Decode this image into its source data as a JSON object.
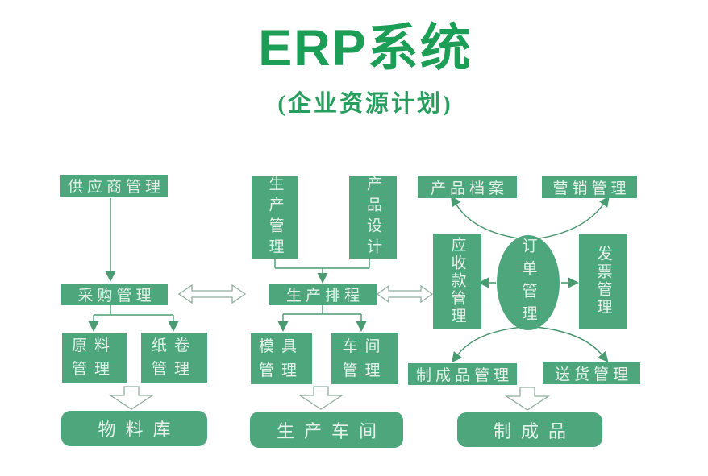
{
  "title": "ERP系统",
  "subtitle": "(企业资源计划)",
  "colors": {
    "box_fill": "#4ea67c",
    "title_green": "#1d9e57",
    "arrow_green": "#4a9a72",
    "hollow_arrow_outline": "#8fae9d",
    "box_text": "#f0faf4",
    "background": "#ffffff"
  },
  "nodes": {
    "supplier": "供应商管理",
    "purchasing": "采购管理",
    "production": "生产管理",
    "design": "产品设计",
    "scheduling": "生产排程",
    "archive": "产品档案",
    "marketing": "营销管理",
    "receivables": "应收款管理",
    "order": "订单管理",
    "invoice": "发票管理",
    "raw_material": "原料管理",
    "paper_roll": "纸卷管理",
    "mold": "模具管理",
    "workshop": "车间管理",
    "finished_mgmt": "制成品管理",
    "delivery": "送货管理",
    "warehouse": "物料库",
    "production_workshop": "生产车间",
    "finished_goods": "制成品"
  },
  "edges": [
    {
      "from": "供应商管理",
      "to": "采购管理",
      "style": "solid-arrow"
    },
    {
      "from": "采购管理",
      "to": "生产排程",
      "style": "hollow-double-arrow"
    },
    {
      "from": "生产管理",
      "to": "生产排程",
      "style": "solid-arrow"
    },
    {
      "from": "产品设计",
      "to": "生产排程",
      "style": "solid-arrow"
    },
    {
      "from": "生产排程",
      "to": "应收款管理",
      "style": "hollow-double-arrow"
    },
    {
      "from": "采购管理",
      "to": "原料管理",
      "style": "solid-arrow"
    },
    {
      "from": "采购管理",
      "to": "纸卷管理",
      "style": "solid-arrow"
    },
    {
      "from": "生产排程",
      "to": "模具管理",
      "style": "solid-arrow"
    },
    {
      "from": "生产排程",
      "to": "车间管理",
      "style": "solid-arrow"
    },
    {
      "from": "订单管理",
      "to": "产品档案",
      "style": "curved-arrow"
    },
    {
      "from": "订单管理",
      "to": "营销管理",
      "style": "curved-arrow"
    },
    {
      "from": "订单管理",
      "to": "应收款管理",
      "style": "solid-arrow"
    },
    {
      "from": "订单管理",
      "to": "发票管理",
      "style": "solid-arrow"
    },
    {
      "from": "订单管理",
      "to": "制成品管理",
      "style": "curved-arrow"
    },
    {
      "from": "订单管理",
      "to": "送货管理",
      "style": "curved-arrow"
    },
    {
      "from": "原料管理/纸卷管理",
      "to": "物料库",
      "style": "hollow-block-arrow"
    },
    {
      "from": "模具管理/车间管理",
      "to": "生产车间",
      "style": "hollow-block-arrow"
    },
    {
      "from": "制成品管理",
      "to": "制成品",
      "style": "hollow-block-arrow"
    }
  ]
}
